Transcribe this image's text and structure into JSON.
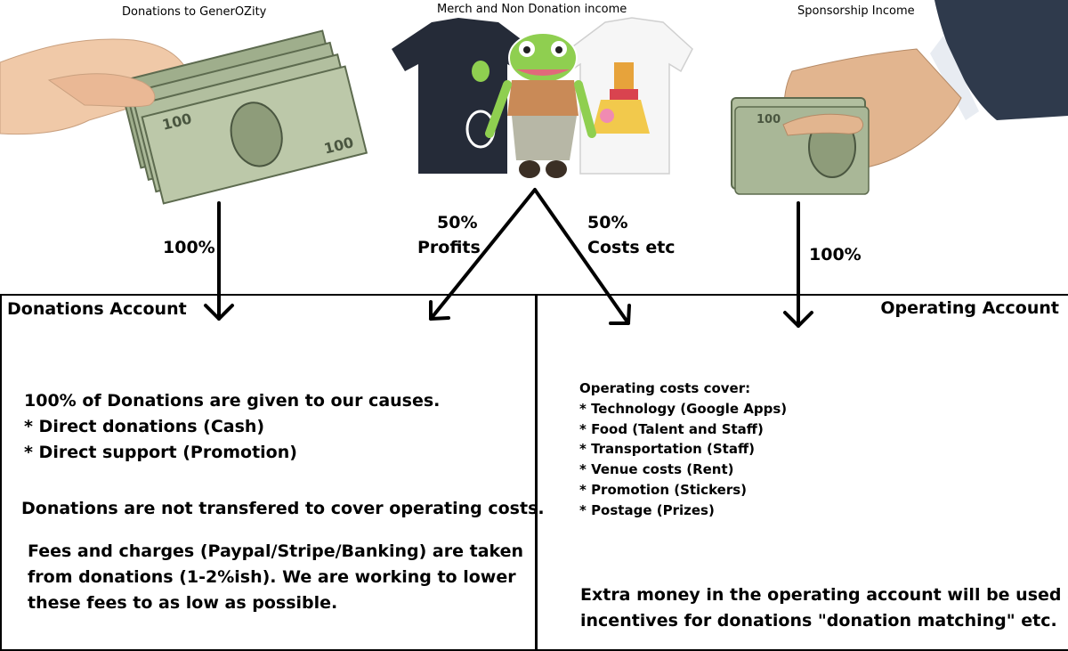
{
  "sources": {
    "donations": {
      "caption": "Donations to GenerOZity",
      "share": "100%"
    },
    "merch": {
      "caption": "Merch and Non Donation income",
      "profits_pct": "50%",
      "profits_label": "Profits",
      "costs_pct": "50%",
      "costs_label": "Costs etc"
    },
    "sponsorship": {
      "caption": "Sponsorship Income",
      "share": "100%"
    }
  },
  "donations_account": {
    "title": "Donations Account",
    "lines": [
      "100% of Donations are given to our causes.",
      "* Direct donations (Cash)",
      "* Direct support (Promotion)"
    ],
    "note": "Donations are not transfered to cover operating costs.",
    "fees": [
      "Fees and charges (Paypal/Stripe/Banking) are taken",
      "from donations (1-2%ish). We are working to lower",
      "these fees to as low as possible."
    ]
  },
  "operating_account": {
    "title": "Operating Account",
    "intro": "Operating costs cover:",
    "items": [
      "* Technology (Google Apps)",
      "* Food (Talent and Staff)",
      "* Transportation (Staff)",
      "* Venue costs (Rent)",
      "* Promotion (Stickers)",
      "* Postage (Prizes)"
    ],
    "extra": [
      "Extra money in the operating account will be used as",
      "incentives for donations \"donation matching\" etc."
    ]
  },
  "colors": {
    "bill": "#9fae8c",
    "bill_dark": "#5d6b4f",
    "skin": "#f0c9a8",
    "navy_shirt": "#252b38",
    "frog": "#8fcf50",
    "suit": "#2f3a4c"
  }
}
